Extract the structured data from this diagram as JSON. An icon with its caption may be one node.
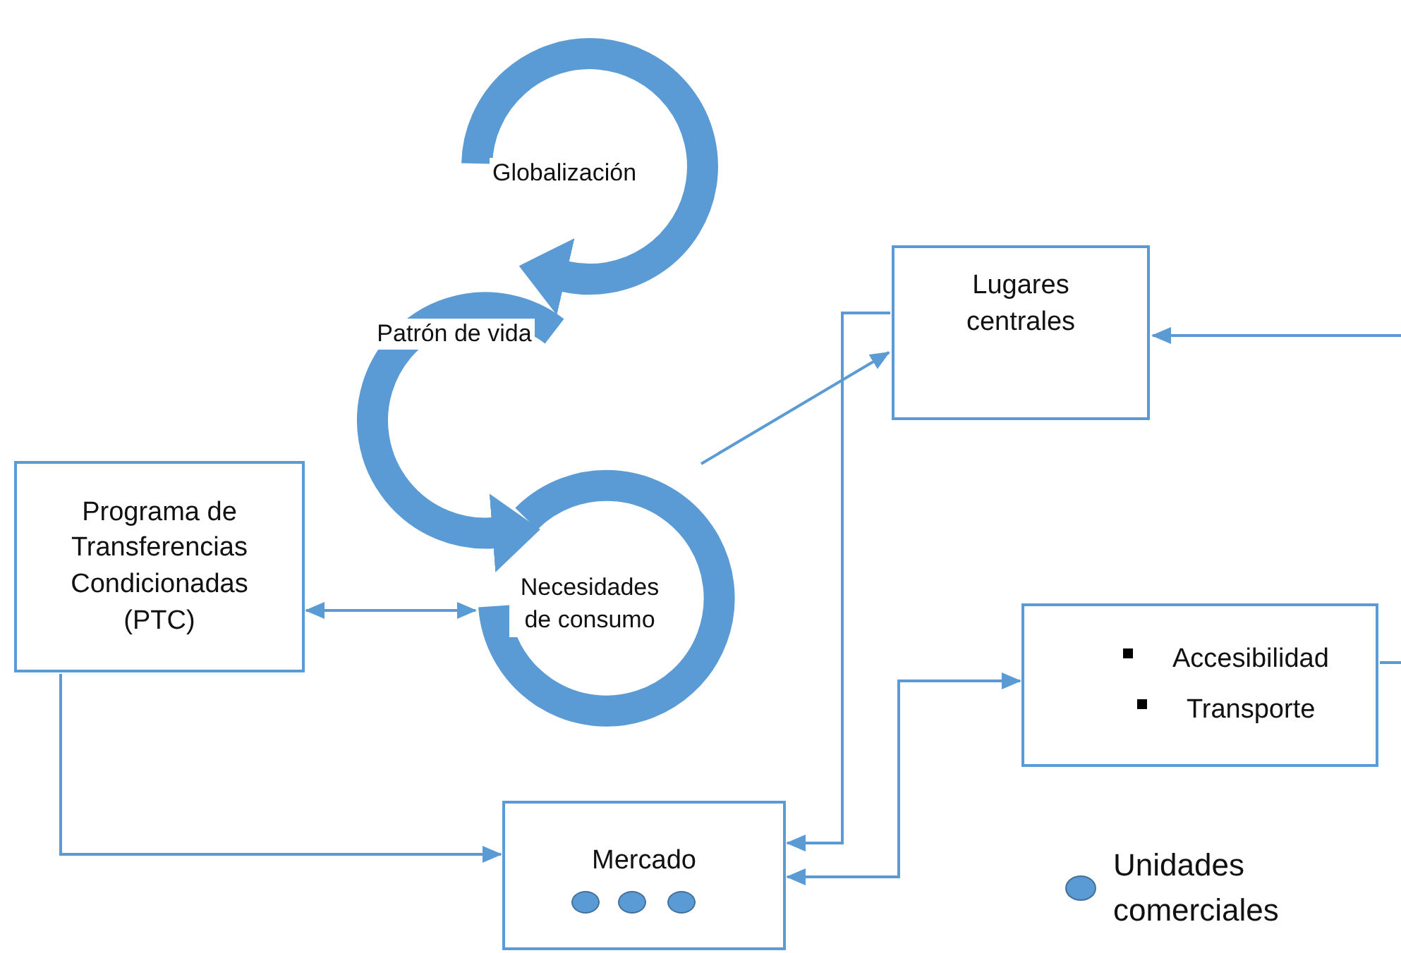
{
  "diagram": {
    "nodes": [
      {
        "text": [
          "Globalización"
        ]
      },
      {
        "text": [
          "Patrón de vida"
        ]
      },
      {
        "text": [
          "Necesidades de consumo"
        ]
      },
      {
        "text": [
          "Programa de Transferencias Condicionadas (PTC)"
        ]
      },
      {
        "text": [
          "Lugares centrales"
        ]
      },
      {
        "text": [
          "Accesibilidad",
          "Transporte"
        ]
      },
      {
        "text": [
          "Mercado"
        ]
      },
      {
        "text": [],
        "shape": "circle",
        "in": 6
      },
      {
        "text": [],
        "shape": "circle",
        "in": 6
      },
      {
        "text": [],
        "shape": "circle",
        "in": 6
      }
    ],
    "edges": [
      {
        "from": 0,
        "to": 1,
        "arrow": "to",
        "style": "thick"
      },
      {
        "from": 1,
        "to": 2,
        "arrow": "to",
        "style": "thick"
      },
      {
        "from": 3,
        "to": 2,
        "arrow": "both"
      },
      {
        "from": 2,
        "to": 4,
        "arrow": "to"
      },
      {
        "from": 4,
        "to": 6,
        "arrow": "to"
      },
      {
        "from": 6,
        "to": 5,
        "arrow": "both"
      },
      {
        "from": 3,
        "to": 6,
        "arrow": "to"
      },
      {
        "from": null,
        "to": 4,
        "arrow": "to"
      },
      {
        "from": 5,
        "to": null,
        "arrow": "none"
      }
    ],
    "legend": [
      {
        "text": "Unidades comerciales",
        "color": "#5b9bd5"
      }
    ]
  }
}
